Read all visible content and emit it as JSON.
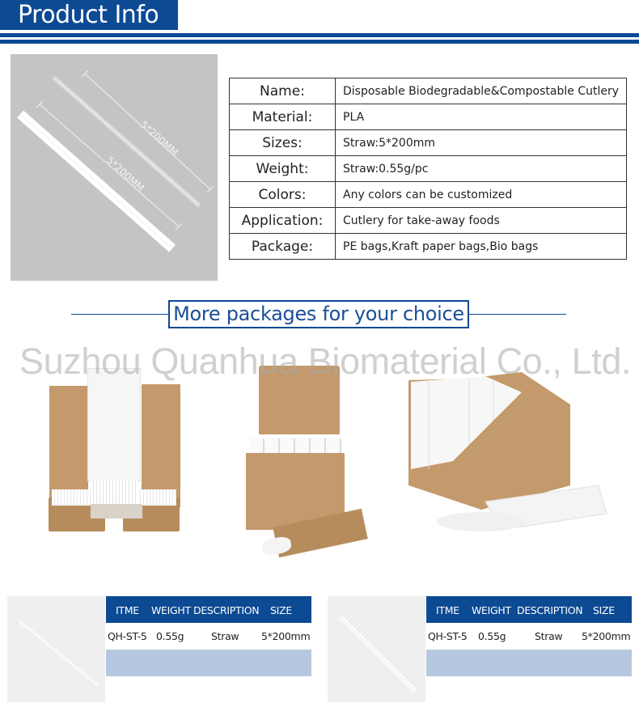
{
  "header": {
    "title": "Product Info",
    "accent_color": "#0c4a94"
  },
  "hero_image": {
    "alt": "Two PLA straws with dimension lines",
    "dimension_labels": [
      "5*200MM",
      "5*200MM"
    ],
    "background_color": "#c4c4c4"
  },
  "spec_table": {
    "rows": [
      {
        "label": "Name:",
        "value": "Disposable Biodegradable&Compostable Cutlery"
      },
      {
        "label": "Material:",
        "value": "PLA"
      },
      {
        "label": "Sizes:",
        "value": "Straw:5*200mm"
      },
      {
        "label": "Weight:",
        "value": "Straw:0.55g/pc"
      },
      {
        "label": "Colors:",
        "value": "Any colors can be customized"
      },
      {
        "label": "Application:",
        "value": "Cutlery for take-away foods"
      },
      {
        "label": "Package:",
        "value": "PE bags,Kraft paper bags,Bio bags"
      }
    ]
  },
  "packages_section": {
    "heading": "More packages for your choice",
    "watermark": "Suzhou Quanhua Biomaterial Co., Ltd.",
    "photos": [
      {
        "alt": "Kraft paper boxes with white cutlery box"
      },
      {
        "alt": "Kraft carton with white boxes and kraft cutlery box"
      },
      {
        "alt": "Display carton with white boxes and white cutlery box"
      }
    ]
  },
  "product_tables": [
    {
      "thumbnail_alt": "Single PLA straw",
      "headers": [
        "ITME",
        "WEIGHT",
        "DESCRIPTION",
        "SIZE"
      ],
      "row": [
        "QH-ST-5",
        "0.55g",
        "Straw",
        "5*200mm"
      ],
      "highlight_color": "#b6c8df"
    },
    {
      "thumbnail_alt": "Single wrapped PLA straw",
      "headers": [
        "ITME",
        "WEIGHT",
        "DESCRIPTION",
        "SIZE"
      ],
      "row": [
        "QH-ST-5",
        "0.55g",
        "Straw",
        "5*200mm"
      ],
      "highlight_color": "#b6c8df"
    }
  ]
}
